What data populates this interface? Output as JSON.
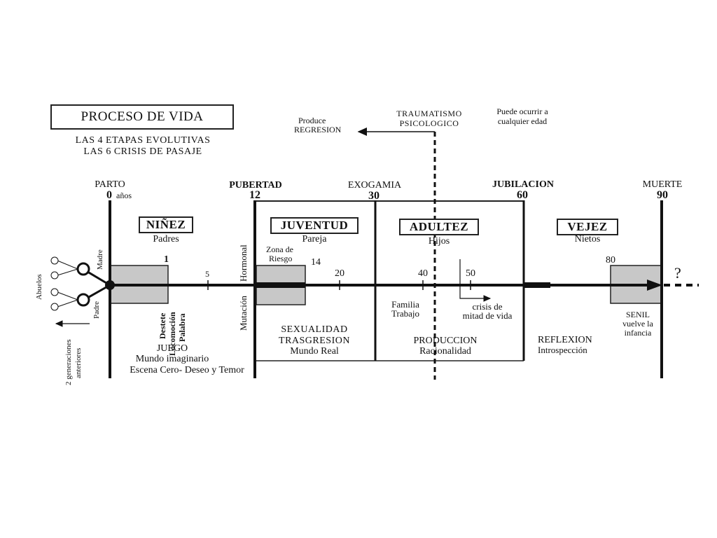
{
  "title": "PROCESO DE VIDA",
  "subtitle_lines": [
    "LAS 4 ETAPAS EVOLUTIVAS",
    "LAS 6 CRISIS DE PASAJE"
  ],
  "trauma": {
    "produce_line1": "Produce",
    "produce_line2": "REGRESION",
    "label_line1": "TRAUMATISMO",
    "label_line2": "PSICOLOGICO",
    "note_line1": "Puede ocurrir a",
    "note_line2": "cualquier edad"
  },
  "milestones": {
    "parto": "PARTO",
    "parto_age": "0",
    "parto_unit": "años",
    "pubertad": "PUBERTAD",
    "pubertad_age": "12",
    "exogamia": "EXOGAMIA",
    "exogamia_age": "30",
    "jubilacion": "JUBILACION",
    "jubilacion_age": "60",
    "muerte": "MUERTE",
    "muerte_age": "90"
  },
  "stages": {
    "ninez": {
      "name": "NIÑEZ",
      "sub": "Padres"
    },
    "juventud": {
      "name": "JUVENTUD",
      "sub": "Pareja"
    },
    "adultez": {
      "name": "ADULTEZ",
      "sub": "Hijos"
    },
    "vejez": {
      "name": "VEJEZ",
      "sub": "Nietos"
    }
  },
  "ticks": {
    "t1": "1",
    "t5": "5",
    "t14": "14",
    "t20": "20",
    "t40": "40",
    "t50": "50",
    "t80": "80"
  },
  "zona_riesgo_line1": "Zona de",
  "zona_riesgo_line2": "Riesgo",
  "question_mark": "?",
  "left_labels": {
    "abuelos": "Abuelos",
    "madre": "Madre",
    "padre": "Padre",
    "generaciones_line1": "2 generaciones",
    "generaciones_line2": "anteriores"
  },
  "vertical_labels": {
    "hormonal": "Hormonal",
    "mutacion": "Mutación",
    "destete": "Destete",
    "locomocion": "Locomoción",
    "palabra": "Palabra"
  },
  "bottom": {
    "juego_line1": "JUEGO",
    "juego_line2": "Mundo imaginario",
    "juego_line3": "Escena Cero- Deseo y Temor",
    "sexualidad_line1": "SEXUALIDAD",
    "sexualidad_line2": "TRASGRESION",
    "sexualidad_line3": "Mundo Real",
    "familia_line1": "Familia",
    "familia_line2": "Trabajo",
    "produccion_line1": "PRODUCCION",
    "produccion_line2": "Racionalidad",
    "crisis_line1": "crisis de",
    "crisis_line2": "mitad de vida",
    "reflexion_line1": "REFLEXION",
    "reflexion_line2": "Introspección",
    "senil_line1": "SENIL",
    "senil_line2": "vuelve la",
    "senil_line3": "infancia"
  }
}
